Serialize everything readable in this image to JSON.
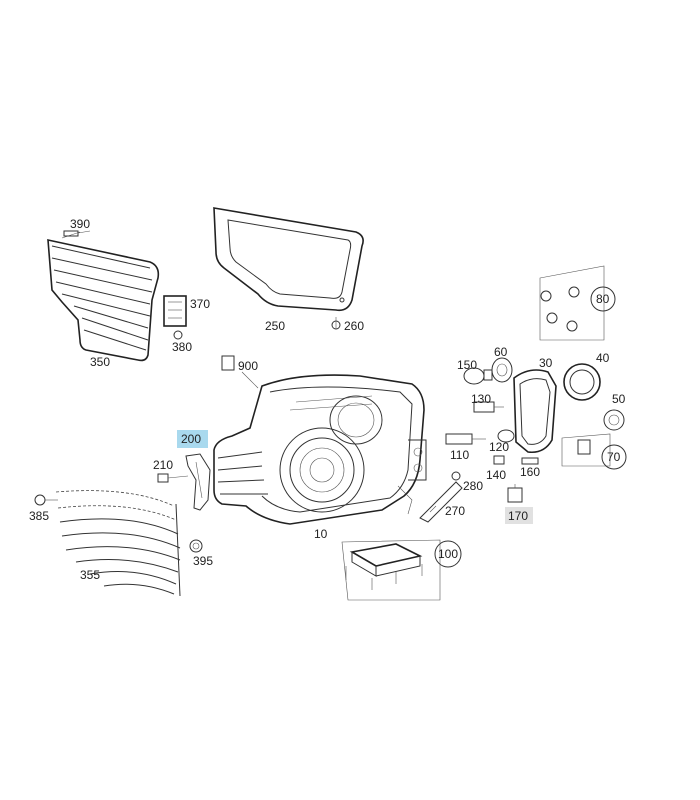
{
  "labels": {
    "p390": "390",
    "p370": "370",
    "p380": "380",
    "p350": "350",
    "p250": "250",
    "p260": "260",
    "p900": "900",
    "p80": "80",
    "p150": "150",
    "p60": "60",
    "p30": "30",
    "p40": "40",
    "p50": "50",
    "p130": "130",
    "p70": "70",
    "p200": "200",
    "p210": "210",
    "p110": "110",
    "p120": "120",
    "p140": "140",
    "p160": "160",
    "p280": "280",
    "p170": "170",
    "p385": "385",
    "p270": "270",
    "p10": "10",
    "p100": "100",
    "p395": "395",
    "p355": "355"
  },
  "colors": {
    "highlight": "#a9d9ee",
    "inactive": "#e1e1e1",
    "line": "#333333"
  }
}
